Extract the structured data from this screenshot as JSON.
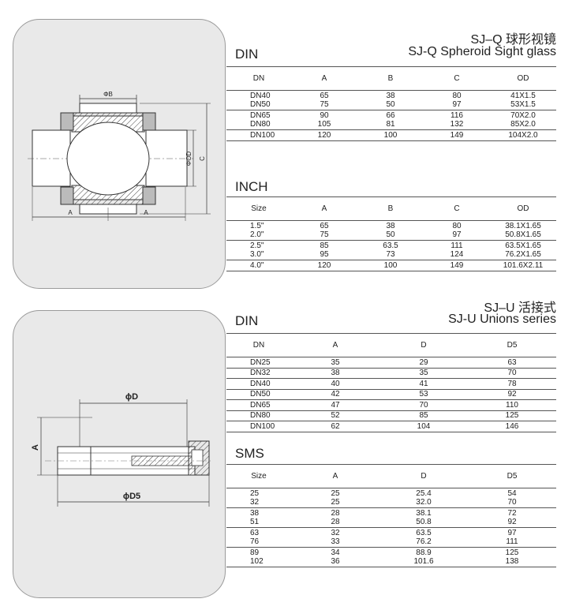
{
  "section1": {
    "title_cn": "SJ–Q 球形视镜",
    "title_en": "SJ-Q Spheroid Sight glass",
    "drawing_labels": {
      "b": "ΦB",
      "od": "ΦOD",
      "c": "C",
      "a_left": "A",
      "a_right": "A"
    },
    "din": {
      "label": "DIN",
      "headers": [
        "DN",
        "A",
        "B",
        "C",
        "OD"
      ],
      "groups": [
        [
          [
            "DN40",
            "65",
            "38",
            "80",
            "41X1.5"
          ],
          [
            "DN50",
            "75",
            "50",
            "97",
            "53X1.5"
          ]
        ],
        [
          [
            "DN65",
            "90",
            "66",
            "116",
            "70X2.0"
          ],
          [
            "DN80",
            "105",
            "81",
            "132",
            "85X2.0"
          ]
        ],
        [
          [
            "DN100",
            "120",
            "100",
            "149",
            "104X2.0"
          ]
        ]
      ]
    },
    "inch": {
      "label": "INCH",
      "headers": [
        "Size",
        "A",
        "B",
        "C",
        "OD"
      ],
      "groups": [
        [
          [
            "1.5\"",
            "65",
            "38",
            "80",
            "38.1X1.65"
          ],
          [
            "2.0\"",
            "75",
            "50",
            "97",
            "50.8X1.65"
          ]
        ],
        [
          [
            "2.5\"",
            "85",
            "63.5",
            "111",
            "63.5X1.65"
          ],
          [
            "3.0\"",
            "95",
            "73",
            "124",
            "76.2X1.65"
          ]
        ],
        [
          [
            "4.0\"",
            "120",
            "100",
            "149",
            "101.6X2.11"
          ]
        ]
      ]
    }
  },
  "section2": {
    "title_cn": "SJ–U 活接式",
    "title_en": "SJ-U Unions series",
    "drawing_labels": {
      "d": "ϕD",
      "a": "A",
      "d5": "ϕD5"
    },
    "din": {
      "label": "DIN",
      "headers": [
        "DN",
        "A",
        "D",
        "D5"
      ],
      "groups": [
        [
          [
            "DN25",
            "35",
            "29",
            "63"
          ]
        ],
        [
          [
            "DN32",
            "38",
            "35",
            "70"
          ]
        ],
        [
          [
            "DN40",
            "40",
            "41",
            "78"
          ]
        ],
        [
          [
            "DN50",
            "42",
            "53",
            "92"
          ]
        ],
        [
          [
            "DN65",
            "47",
            "70",
            "110"
          ]
        ],
        [
          [
            "DN80",
            "52",
            "85",
            "125"
          ]
        ],
        [
          [
            "DN100",
            "62",
            "104",
            "146"
          ]
        ]
      ]
    },
    "sms": {
      "label": "SMS",
      "headers": [
        "Size",
        "A",
        "D",
        "D5"
      ],
      "groups": [
        [
          [
            "25",
            "25",
            "25.4",
            "54"
          ],
          [
            "32",
            "25",
            "32.0",
            "70"
          ]
        ],
        [
          [
            "38",
            "28",
            "38.1",
            "72"
          ],
          [
            "51",
            "28",
            "50.8",
            "92"
          ]
        ],
        [
          [
            "63",
            "32",
            "63.5",
            "97"
          ],
          [
            "76",
            "33",
            "76.2",
            "111"
          ]
        ],
        [
          [
            "89",
            "34",
            "88.9",
            "125"
          ],
          [
            "102",
            "36",
            "101.6",
            "138"
          ]
        ]
      ]
    }
  }
}
